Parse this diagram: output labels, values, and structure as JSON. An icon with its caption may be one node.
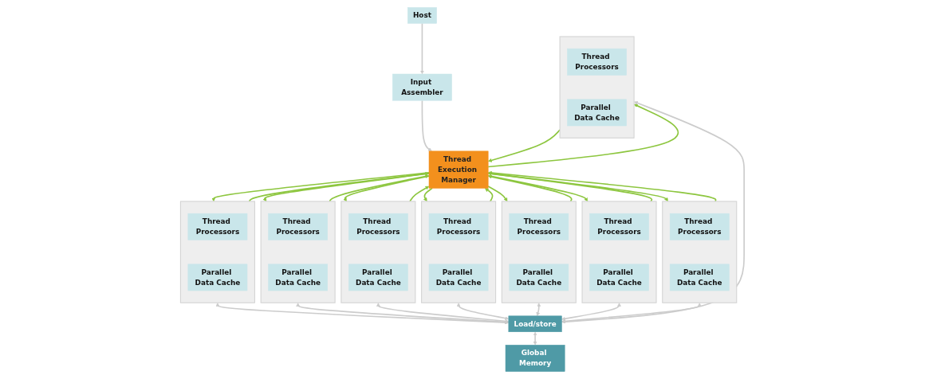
{
  "diagram": {
    "nodes": [
      {
        "text": [
          "Host"
        ]
      },
      {
        "text": [
          "Input Assembler"
        ]
      },
      {
        "text": [
          "Thread Execution Manager"
        ]
      },
      {
        "text": [],
        "shape": "box"
      },
      {
        "text": [
          "Thread Processors"
        ],
        "in": 3
      },
      {
        "text": [
          "Parallel Data Cache"
        ],
        "in": 3
      },
      {
        "text": [],
        "shape": "box"
      },
      {
        "text": [
          "Thread Processors"
        ],
        "in": 6
      },
      {
        "text": [
          "Parallel Data Cache"
        ],
        "in": 6
      },
      {
        "text": [],
        "shape": "box"
      },
      {
        "text": [
          "Thread Processors"
        ],
        "in": 9
      },
      {
        "text": [
          "Parallel Data Cache"
        ],
        "in": 9
      },
      {
        "text": [],
        "shape": "box"
      },
      {
        "text": [
          "Thread Processors"
        ],
        "in": 12
      },
      {
        "text": [
          "Parallel Data Cache"
        ],
        "in": 12
      },
      {
        "text": [],
        "shape": "box"
      },
      {
        "text": [
          "Thread Processors"
        ],
        "in": 15
      },
      {
        "text": [
          "Parallel Data Cache"
        ],
        "in": 15
      },
      {
        "text": [],
        "shape": "box"
      },
      {
        "text": [
          "Thread Processors"
        ],
        "in": 18
      },
      {
        "text": [
          "Parallel Data Cache"
        ],
        "in": 18
      },
      {
        "text": [],
        "shape": "box"
      },
      {
        "text": [
          "Thread Processors"
        ],
        "in": 21
      },
      {
        "text": [
          "Parallel Data Cache"
        ],
        "in": 21
      },
      {
        "text": [],
        "shape": "box"
      },
      {
        "text": [
          "Thread Processors"
        ],
        "in": 24
      },
      {
        "text": [
          "Parallel Data Cache"
        ],
        "in": 24
      },
      {
        "text": [
          "Load/store"
        ]
      },
      {
        "text": [
          "Global Memory"
        ]
      }
    ],
    "edges": [
      {
        "from": 0,
        "to": 1,
        "arrow": "to",
        "color": "#cccccc"
      },
      {
        "from": 1,
        "to": 2,
        "arrow": "to",
        "color": "#cccccc"
      },
      {
        "from": 2,
        "to": 3,
        "arrow": "to"
      },
      {
        "from": 2,
        "to": 6,
        "arrow": "to"
      },
      {
        "from": 2,
        "to": 9,
        "arrow": "to"
      },
      {
        "from": 2,
        "to": 12,
        "arrow": "to"
      },
      {
        "from": 2,
        "to": 15,
        "arrow": "to"
      },
      {
        "from": 2,
        "to": 18,
        "arrow": "to"
      },
      {
        "from": 2,
        "to": 21,
        "arrow": "to"
      },
      {
        "from": 2,
        "to": 24,
        "arrow": "to"
      },
      {
        "from": 3,
        "to": 2,
        "arrow": "to"
      },
      {
        "from": 6,
        "to": 2,
        "arrow": "to"
      },
      {
        "from": 9,
        "to": 2,
        "arrow": "to"
      },
      {
        "from": 12,
        "to": 2,
        "arrow": "to"
      },
      {
        "from": 15,
        "to": 2,
        "arrow": "to"
      },
      {
        "from": 18,
        "to": 2,
        "arrow": "to"
      },
      {
        "from": 21,
        "to": 2,
        "arrow": "to"
      },
      {
        "from": 24,
        "to": 2,
        "arrow": "to"
      },
      {
        "from": 3,
        "to": 27,
        "arrow": "both",
        "color": "#cccccc"
      },
      {
        "from": 6,
        "to": 27,
        "arrow": "both",
        "color": "#cccccc"
      },
      {
        "from": 9,
        "to": 27,
        "arrow": "both",
        "color": "#cccccc"
      },
      {
        "from": 12,
        "to": 27,
        "arrow": "both",
        "color": "#cccccc"
      },
      {
        "from": 15,
        "to": 27,
        "arrow": "both",
        "color": "#cccccc"
      },
      {
        "from": 18,
        "to": 27,
        "arrow": "both",
        "color": "#cccccc"
      },
      {
        "from": 21,
        "to": 27,
        "arrow": "both",
        "color": "#cccccc"
      },
      {
        "from": 24,
        "to": 27,
        "arrow": "both",
        "color": "#cccccc"
      },
      {
        "from": 27,
        "to": 28,
        "arrow": "both",
        "color": "#cccccc"
      }
    ]
  }
}
